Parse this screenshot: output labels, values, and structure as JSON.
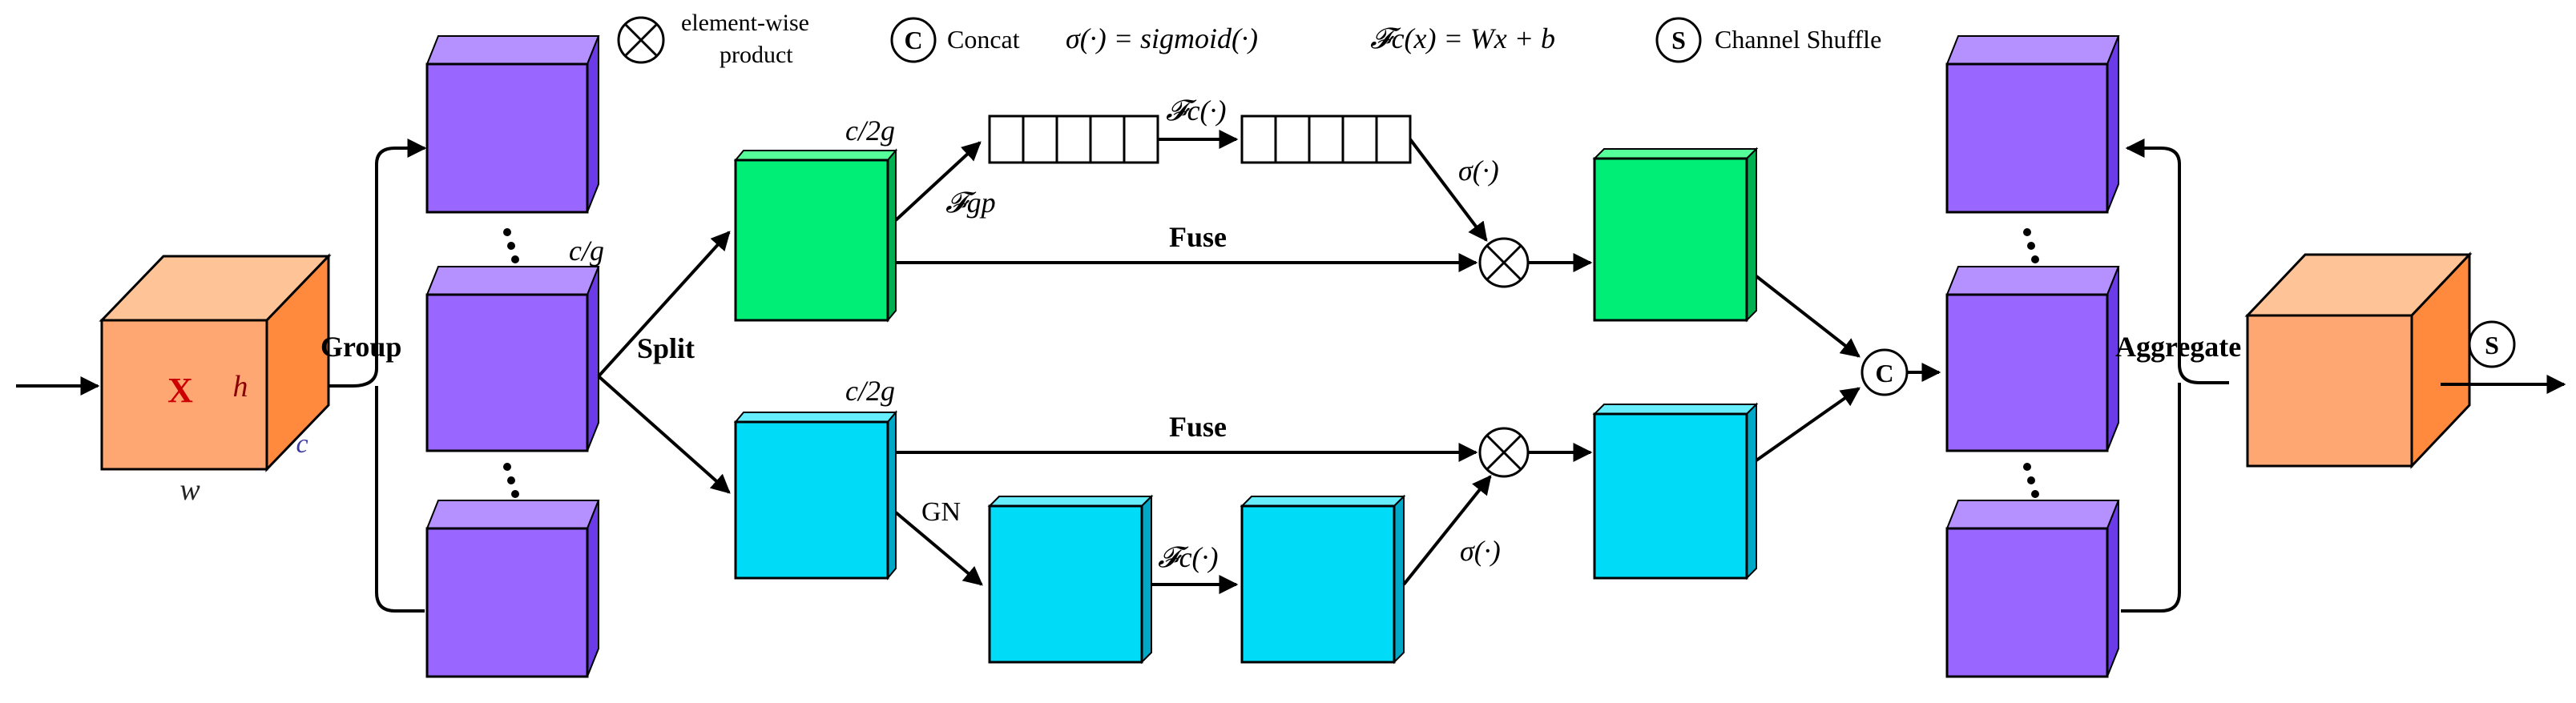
{
  "legend": {
    "elementwise_line1": "element-wise",
    "elementwise_line2": "product",
    "concat_symbol": "C",
    "concat_label": "Concat",
    "sigmoid_def": "σ(·) = sigmoid(·)",
    "fc_def": "𝓕c(x) = Wx + b",
    "shuffle_symbol": "S",
    "shuffle_label": "Channel Shuffle"
  },
  "input": {
    "label": "X",
    "h": "h",
    "c": "c",
    "w": "w"
  },
  "labels": {
    "group": "Group",
    "split": "Split",
    "aggregate": "Aggregate",
    "c_over_g": "c/g",
    "c_over_2g_top": "c/2g",
    "c_over_2g_bottom": "c/2g",
    "f_gp": "𝓕gp",
    "fc_top": "𝓕c(·)",
    "fc_bottom": "𝓕c(·)",
    "sigma_top": "σ(·)",
    "sigma_bottom": "σ(·)",
    "fuse_top": "Fuse",
    "fuse_bottom": "Fuse",
    "gn": "GN",
    "concat_symbol": "C",
    "shuffle_symbol": "S"
  },
  "colors": {
    "input_front": "#FFA772",
    "input_top": "#FFC398",
    "input_side": "#FF8A3D",
    "purple_front": "#9966FF",
    "purple_top": "#B591FF",
    "purple_side": "#6A3BE6",
    "green_front": "#00EE76",
    "green_top": "#55FF99",
    "green_side": "#00B050",
    "cyan_front": "#00DCF8",
    "cyan_top": "#66EEFF",
    "cyan_side": "#00A8C8",
    "h_label": "#8B0000",
    "c_label": "#3A3AA0",
    "x_label": "#CC0000"
  }
}
